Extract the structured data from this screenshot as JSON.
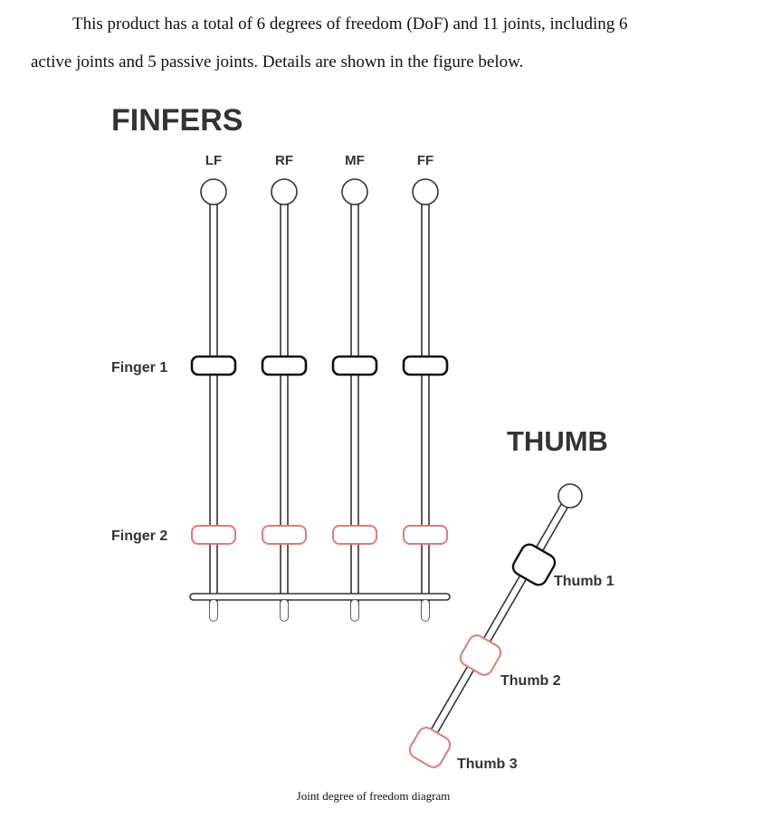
{
  "paragraph": {
    "line1": "This product has a total of 6 degrees of freedom (DoF) and 11 joints, including 6",
    "line2": "active joints and 5 passive joints. Details are shown in the figure below."
  },
  "figure": {
    "fingers_title": "FINFERS",
    "finger_labels": [
      "LF",
      "RF",
      "MF",
      "FF"
    ],
    "row_labels": [
      "Finger 1",
      "Finger 2"
    ],
    "thumb_title": "THUMB",
    "thumb_labels": [
      "Thumb 1",
      "Thumb 2",
      "Thumb 3"
    ],
    "colors": {
      "active": "#111111",
      "passive": "#e07a7a",
      "outline": "#333333"
    },
    "caption": "Joint degree of freedom diagram"
  }
}
